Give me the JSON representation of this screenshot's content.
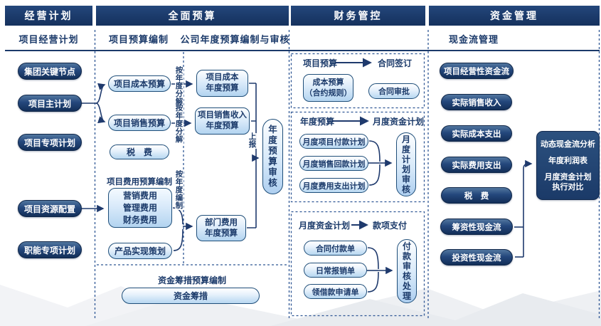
{
  "col1": {
    "header": "经营计划",
    "subheader": "项目经营计划",
    "pills": [
      "集团关键节点",
      "项目主计划",
      "项目专项计划",
      "项目资源配置",
      "职能专项计划"
    ]
  },
  "col2": {
    "header": "全面预算",
    "subheader_left": "项目预算编制",
    "subheader_right": "公司年度预算编制与审核",
    "cost_pill": "项目成本预算",
    "sales_pill": "项目销售预算",
    "tax_pill": "税　费",
    "fee_label": "项目费用预算编制",
    "fee_box": "营销费用\n管理费用\n财务费用",
    "product_pill": "产品实现策划",
    "decompose_label_1": "按年度分解",
    "decompose_label_2": "按年度分解",
    "compile_label": "按年度编制",
    "submit_label": "上报",
    "cost_year_box": "项目成本\n年度预算",
    "sales_year_box": "项目销售收入\n年度预算",
    "dept_year_box": "部门费用\n年度预算",
    "annual_review": "年度预算审核",
    "funding_label": "资金筹措预算编制",
    "funding_pill": "资金筹措"
  },
  "col3": {
    "header": "财务管控",
    "s1": {
      "from": "项目预算",
      "to": "合同签订",
      "cost_box": "成本预算\n（合约规则）",
      "approve_pill": "合同审批"
    },
    "s2": {
      "from": "年度预算",
      "to": "月度资金计划",
      "pills": [
        "月度项目付款计划",
        "月度销售回款计划",
        "月度费用支出计划"
      ],
      "review": "月度计划审核"
    },
    "s3": {
      "from": "月度资金计划",
      "to": "款项支付",
      "pills": [
        "合同付款单",
        "日常报销单",
        "领借款申请单"
      ],
      "review": "付款审核处理"
    }
  },
  "col4": {
    "header": "资金管理",
    "subheader": "现金流管理",
    "pills": [
      "项目经营性资金流",
      "实际销售收入",
      "实际成本支出",
      "实际费用支出",
      "税　费",
      "筹资性现金流",
      "投资性现金流"
    ],
    "analysis": [
      "动态现金流分析",
      "年度利润表",
      "月度资金计划\n执行对比"
    ]
  },
  "colors": {
    "navy": "#1b3a6a",
    "line": "#1f3a6d",
    "dashed": "#2f5795",
    "light_border": "#1f4e79"
  }
}
